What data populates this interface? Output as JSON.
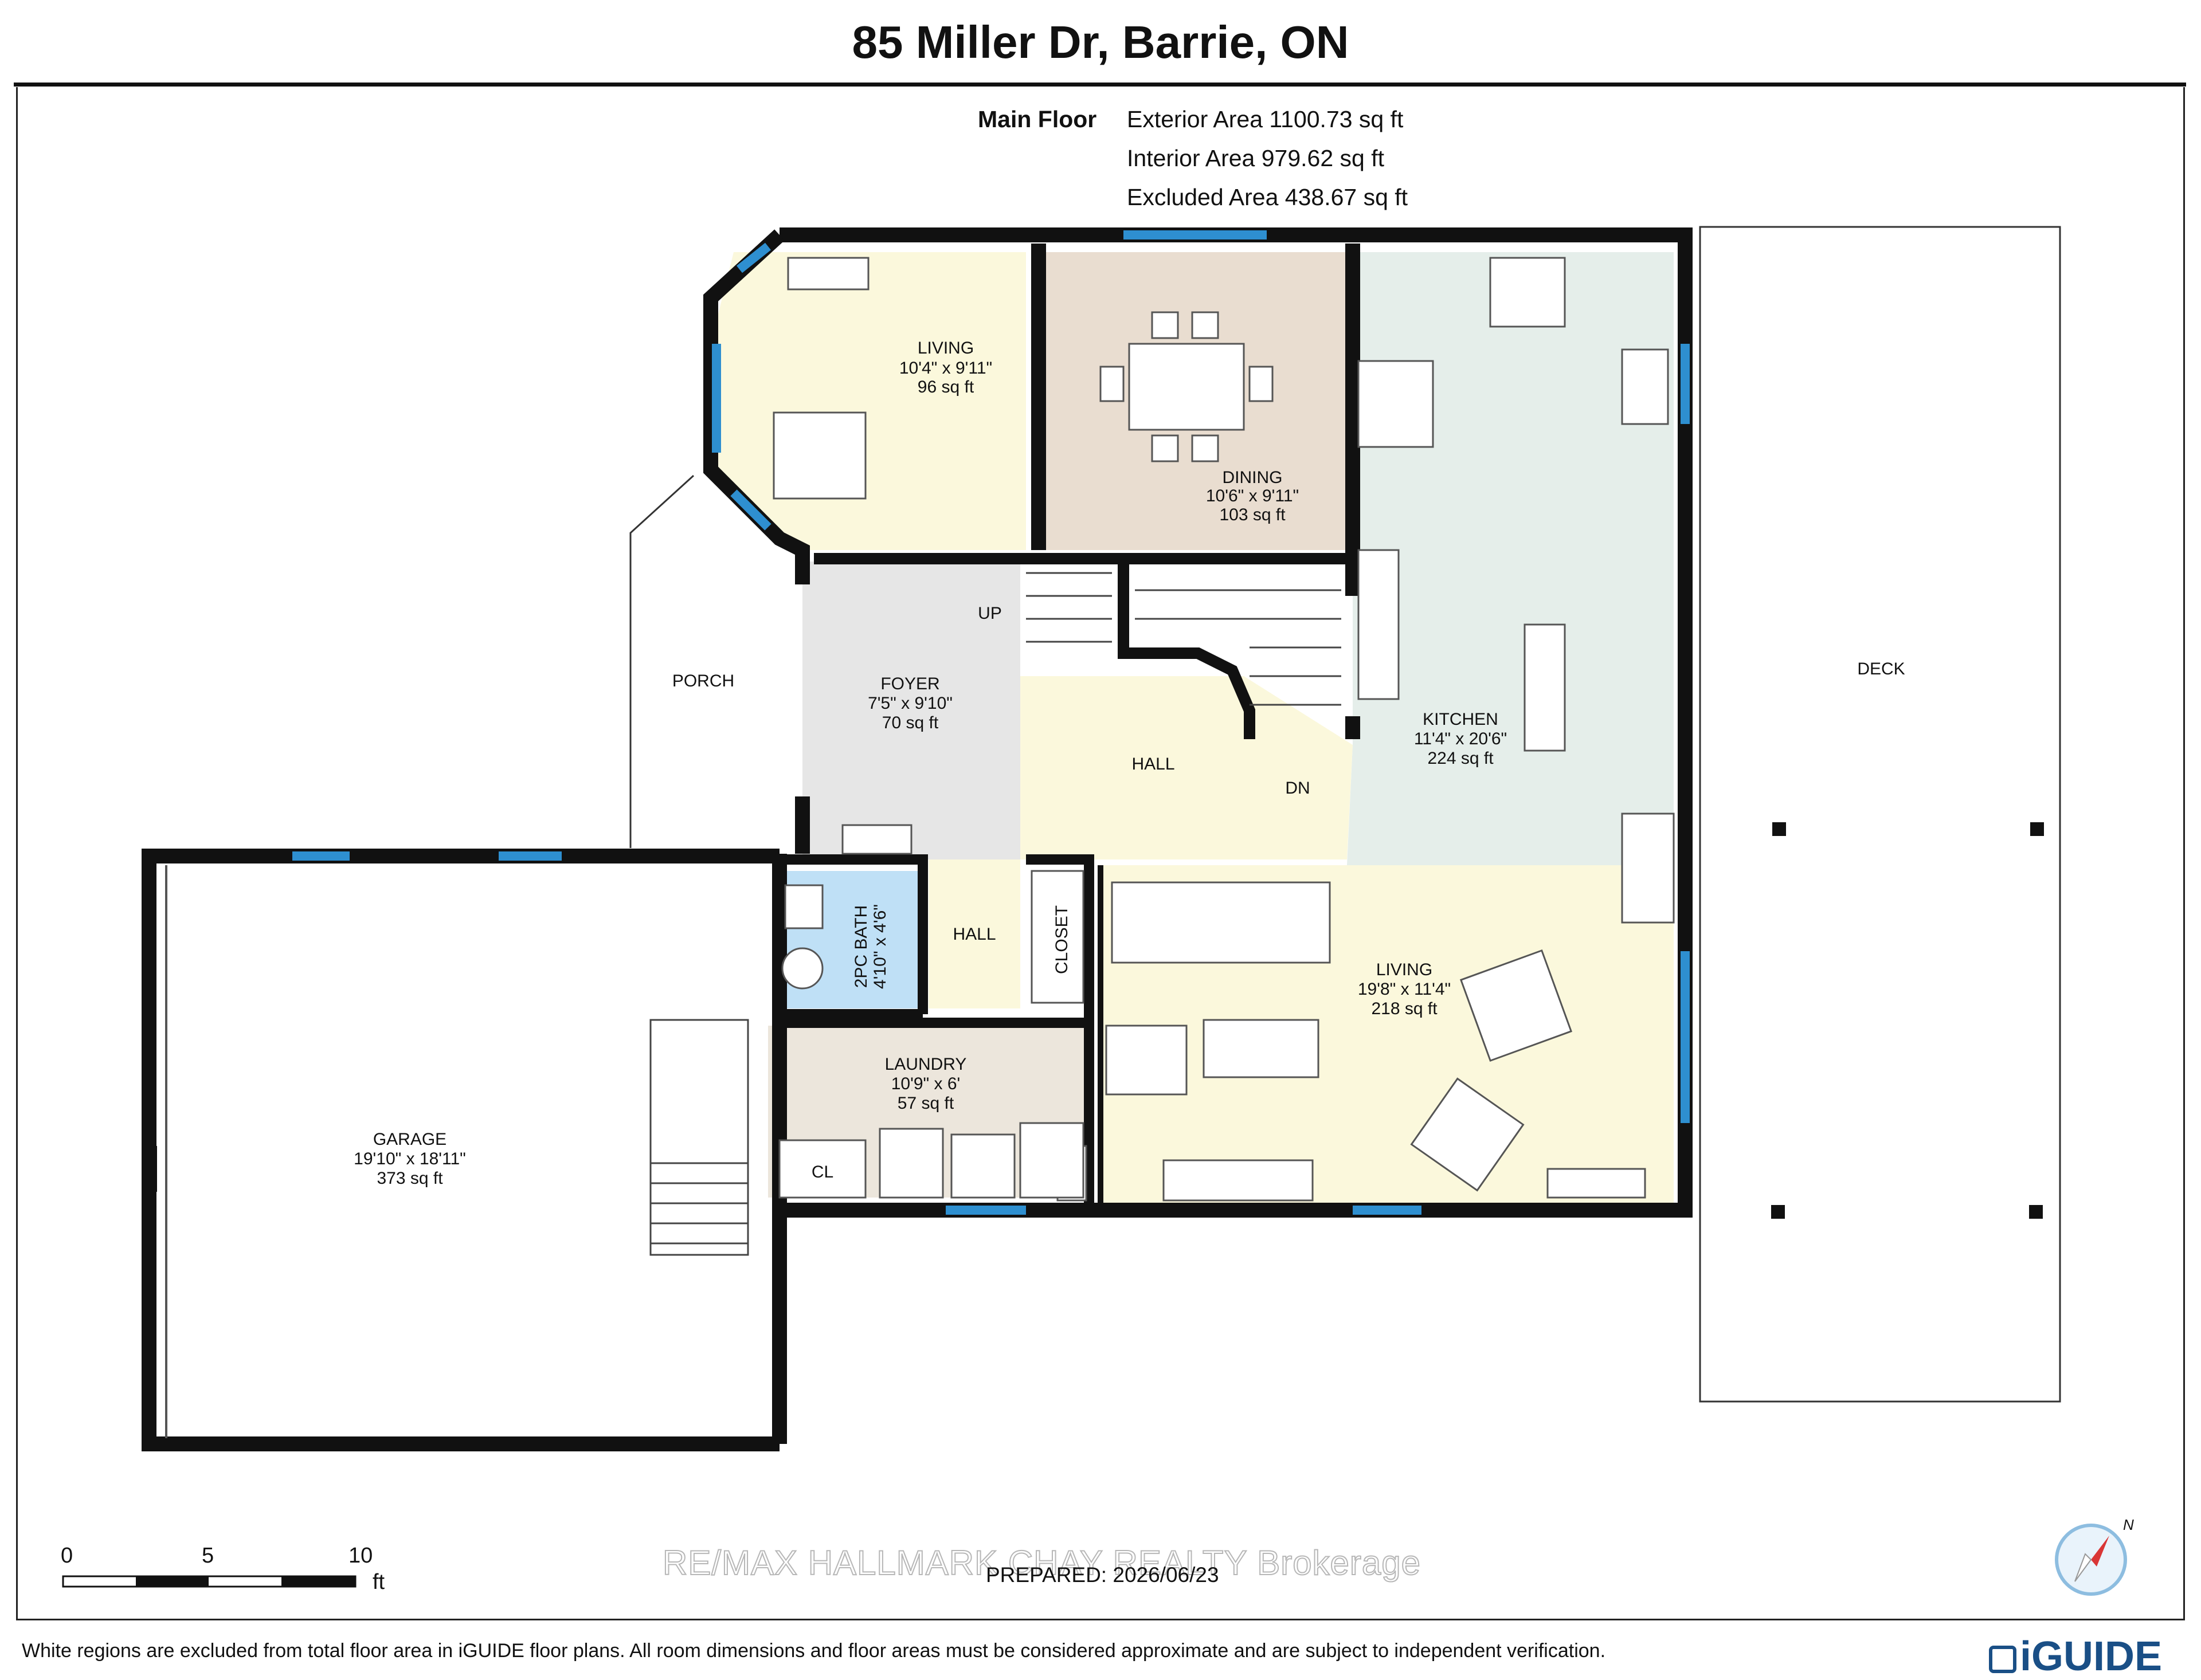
{
  "title": "85 Miller Dr, Barrie, ON",
  "floor": {
    "label": "Main Floor",
    "exterior_area": "Exterior Area 1100.73 sq ft",
    "interior_area": "Interior Area 979.62 sq ft",
    "excluded_area": "Excluded Area 438.67 sq ft"
  },
  "rooms": {
    "living_top": {
      "name": "LIVING",
      "dims": "10'4\" x 9'11\"",
      "area": "96 sq ft"
    },
    "dining": {
      "name": "DINING",
      "dims": "10'6\" x 9'11\"",
      "area": "103 sq ft"
    },
    "kitchen": {
      "name": "KITCHEN",
      "dims": "11'4\" x 20'6\"",
      "area": "224 sq ft"
    },
    "foyer": {
      "name": "FOYER",
      "dims": "7'5\" x 9'10\"",
      "area": "70 sq ft"
    },
    "living_main": {
      "name": "LIVING",
      "dims": "19'8\" x 11'4\"",
      "area": "218 sq ft"
    },
    "laundry": {
      "name": "LAUNDRY",
      "dims": "10'9\" x 6'",
      "area": "57 sq ft"
    },
    "garage": {
      "name": "GARAGE",
      "dims": "19'10\" x 18'11\"",
      "area": "373 sq ft"
    },
    "bath": {
      "name": "2PC BATH",
      "dims": "4'10\" x 4'6\""
    }
  },
  "labels": {
    "porch": "PORCH",
    "deck": "DECK",
    "hall_main": "HALL",
    "hall_small": "HALL",
    "closet": "CLOSET",
    "cl": "CL",
    "up": "UP",
    "dn": "DN"
  },
  "scale": {
    "t0": "0",
    "t5": "5",
    "t10": "10",
    "unit": "ft"
  },
  "compass_label": "N",
  "watermark": "RE/MAX HALLMARK CHAY REALTY  Brokerage",
  "prepared": "PREPARED: 2026/06/23",
  "footer": "White regions are excluded from total floor area in iGUIDE floor plans. All room dimensions and floor areas must be considered approximate and are subject to independent verification.",
  "brand": "iGUIDE",
  "colors": {
    "wall": "#111111",
    "window": "#2e8fd0",
    "living_fill": "#fbf8dc",
    "dining_fill": "#e9ddd0",
    "kitchen_fill": "#e5eeea",
    "foyer_fill": "#e6e6e6",
    "bath_fill": "#bfe0f6",
    "laundry_fill": "#ece6dc"
  }
}
